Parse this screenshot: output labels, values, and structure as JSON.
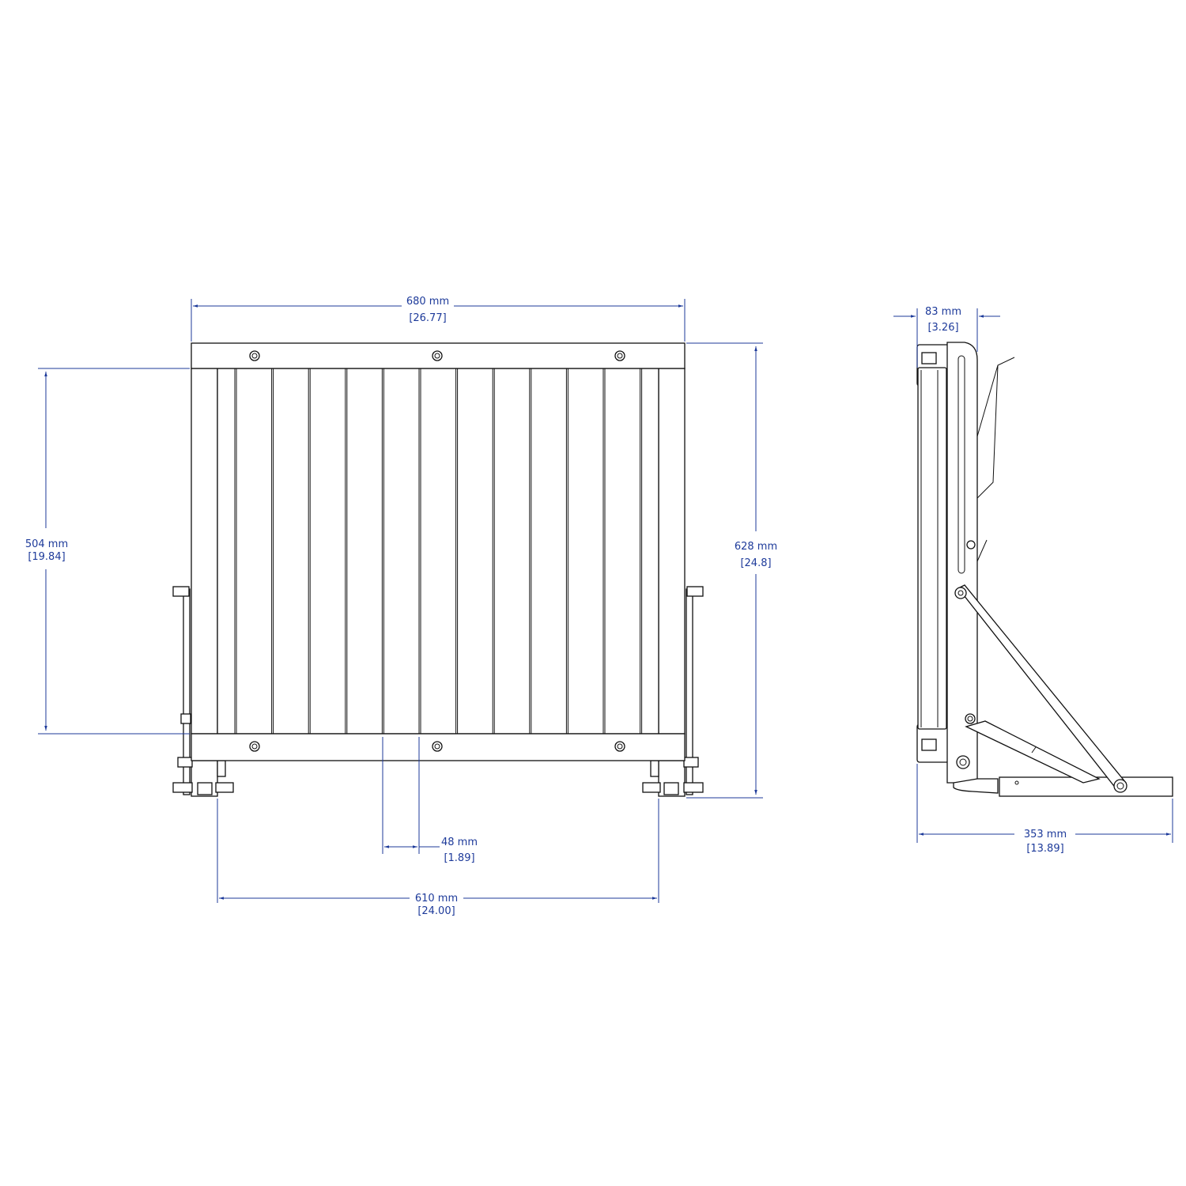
{
  "dimensions": {
    "overall_width": {
      "mm": "680 mm",
      "in": "[26.77]"
    },
    "frame_height": {
      "mm": "504 mm",
      "in": "[19.84]"
    },
    "overall_height": {
      "mm": "628 mm",
      "in": "[24.8]"
    },
    "slat_pitch": {
      "mm": "48 mm",
      "in": "[1.89]"
    },
    "mount_width": {
      "mm": "610 mm",
      "in": "[24.00]"
    },
    "folded_depth": {
      "mm": "83 mm",
      "in": "[3.26]"
    },
    "extended_depth": {
      "mm": "353 mm",
      "in": "[13.89]"
    }
  },
  "colors": {
    "dimension": "#1d3a9a",
    "linework": "#111111"
  }
}
